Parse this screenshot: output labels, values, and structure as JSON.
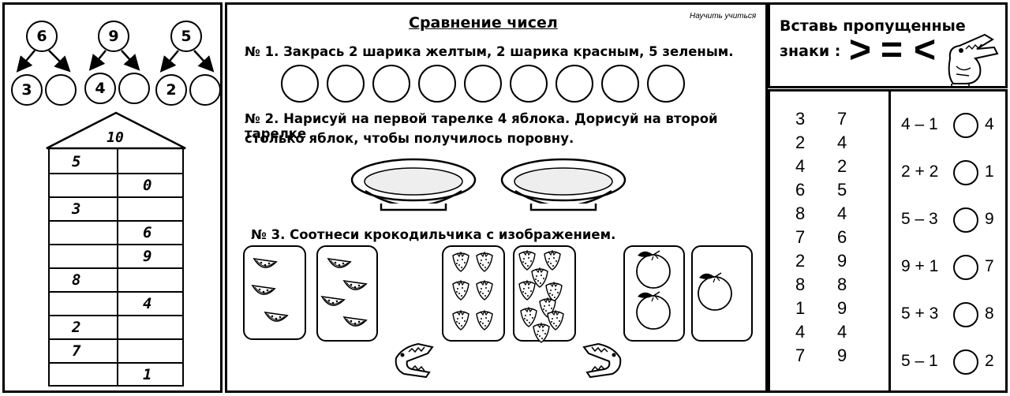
{
  "left": {
    "trees": [
      {
        "top": "6",
        "left": "3",
        "right": ""
      },
      {
        "top": "9",
        "left": "4",
        "right": ""
      },
      {
        "top": "5",
        "left": "2",
        "right": ""
      }
    ],
    "house": {
      "roof": "10",
      "rows": [
        {
          "left": "5",
          "right": ""
        },
        {
          "left": "",
          "right": "0"
        },
        {
          "left": "3",
          "right": ""
        },
        {
          "left": "",
          "right": "6"
        },
        {
          "left": "",
          "right": "9"
        },
        {
          "left": "8",
          "right": ""
        },
        {
          "left": "",
          "right": "4"
        },
        {
          "left": "2",
          "right": ""
        },
        {
          "left": "7",
          "right": ""
        },
        {
          "left": "",
          "right": "1"
        }
      ]
    }
  },
  "center": {
    "title": "Сравнение чисел",
    "watermark": "Научить учиться",
    "task1": "№ 1. Закрась 2 шарика желтым, 2 шарика красным, 5 зеленым.",
    "balloons_count": 9,
    "task2_line1": "№ 2. Нарисуй на первой тарелке 4 яблока. Дорисуй на второй тарелке",
    "task2_line2": "столько яблок, чтобы получилось поровну.",
    "task3": "№ 3. Соотнеси крокодильчика с изображением.",
    "cards": [
      {
        "item": "watermelon-slice",
        "count": 3
      },
      {
        "item": "watermelon-slice",
        "count": 4
      },
      {
        "item": "strawberry",
        "count": 6
      },
      {
        "item": "strawberry",
        "count": 9
      },
      {
        "item": "orange",
        "count": 2
      },
      {
        "item": "orange",
        "count": 1
      }
    ]
  },
  "right": {
    "title_line1": "Вставь пропущенные",
    "title_line2": "знаки :",
    "signs": [
      ">",
      "=",
      "<"
    ],
    "pairs": [
      [
        "3",
        "7"
      ],
      [
        "2",
        "4"
      ],
      [
        "4",
        "2"
      ],
      [
        "6",
        "5"
      ],
      [
        "8",
        "4"
      ],
      [
        "7",
        "6"
      ],
      [
        "2",
        "9"
      ],
      [
        "8",
        "8"
      ],
      [
        "1",
        "9"
      ],
      [
        "4",
        "4"
      ],
      [
        "7",
        "9"
      ]
    ],
    "expressions": [
      {
        "left": "4 – 1",
        "right": "4"
      },
      {
        "left": "2 + 2",
        "right": "1"
      },
      {
        "left": "5 – 3",
        "right": "9"
      },
      {
        "left": "9 + 1",
        "right": "7"
      },
      {
        "left": "5 + 3",
        "right": "8"
      },
      {
        "left": "5 – 1",
        "right": "2"
      }
    ]
  }
}
